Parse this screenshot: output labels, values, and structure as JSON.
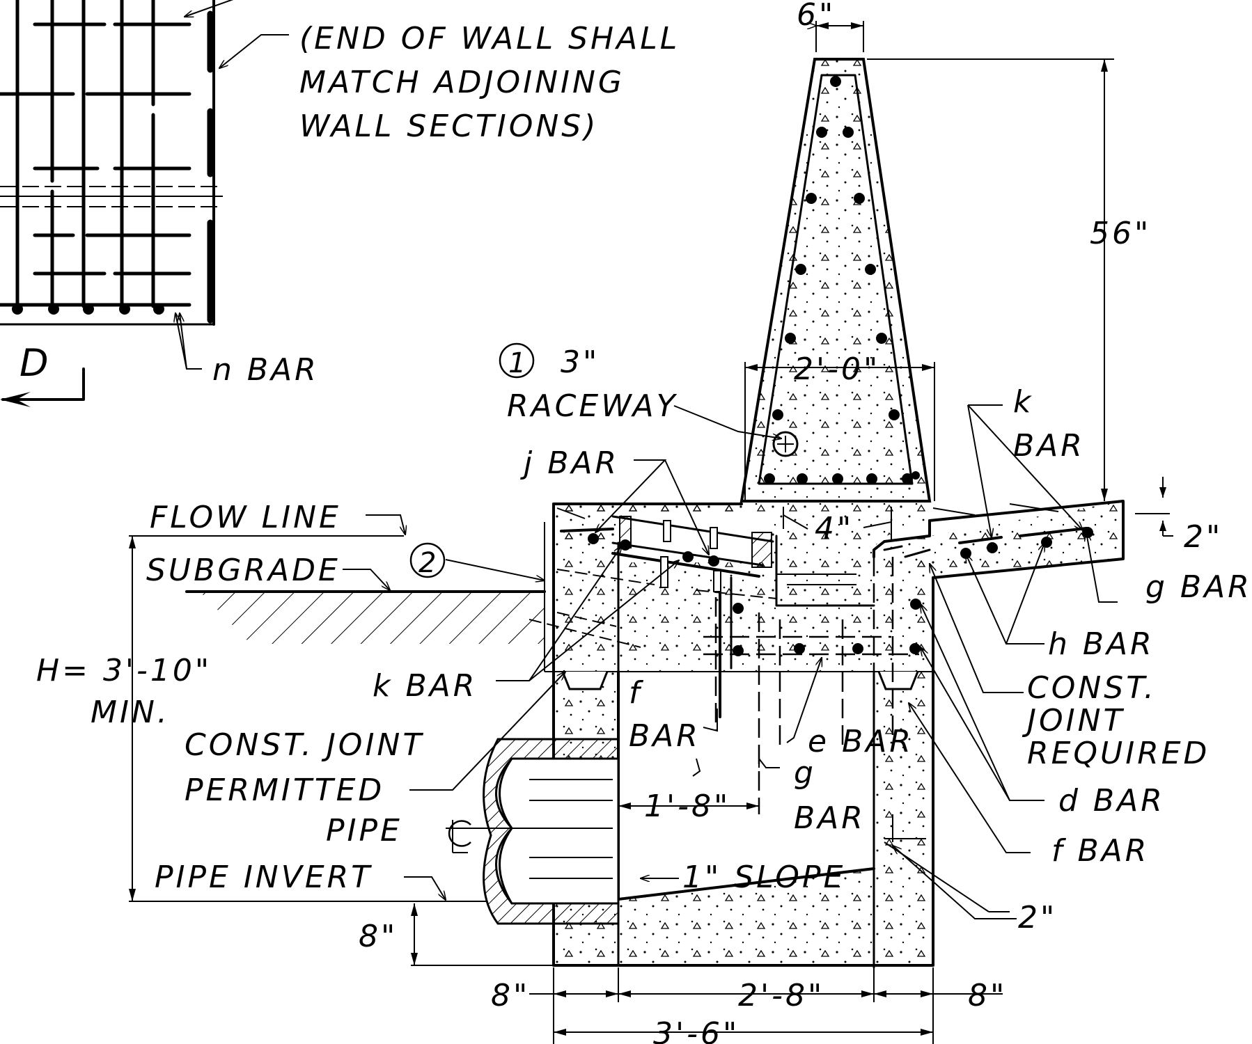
{
  "notes": {
    "end_of_wall": [
      "(END OF WALL SHALL",
      "MATCH ADJOINING",
      "WALL SECTIONS)"
    ]
  },
  "section_marker": {
    "letter": "D"
  },
  "callouts": {
    "raceway_number": "1",
    "raceway_size": "3\"",
    "raceway": "RACEWAY",
    "detail_number": "2",
    "flow_line": "FLOW LINE",
    "subgrade": "SUBGRADE",
    "height_line1": "H= 3'-10\"",
    "height_line2": "MIN.",
    "const_joint_permitted_1": "CONST. JOINT",
    "const_joint_permitted_2": "PERMITTED",
    "pipe_cl": "PIPE",
    "pipe_invert": "PIPE INVERT",
    "slope": "1\" SLOPE",
    "const_joint_required_1": "CONST.",
    "const_joint_required_2": "JOINT",
    "const_joint_required_3": "REQUIRED"
  },
  "bars": {
    "n_bar": "n BAR",
    "j_bar": "j BAR",
    "k_bar_left": "k BAR",
    "k_bar_right_1": "k",
    "k_bar_right_2": "BAR",
    "f_bar_inner_1": "f",
    "f_bar_inner_2": "BAR",
    "e_bar": "e BAR",
    "g_bar_inner_1": "g",
    "g_bar_inner_2": "BAR",
    "g_bar_right": "g BAR",
    "h_bar": "h BAR",
    "d_bar": "d BAR",
    "f_bar_right": "f BAR"
  },
  "dimensions": {
    "top_width": "6\"",
    "wall_height": "56\"",
    "wall_base": "2'-0\"",
    "offset_4": "4\"",
    "cover_top": "2\"",
    "clear_1_8": "1'-8\"",
    "cover_side": "2\"",
    "footing": "8\"",
    "left_wall": "8\"",
    "inside_width": "2'-8\"",
    "right_wall": "8\"",
    "overall": "3'-6\""
  }
}
